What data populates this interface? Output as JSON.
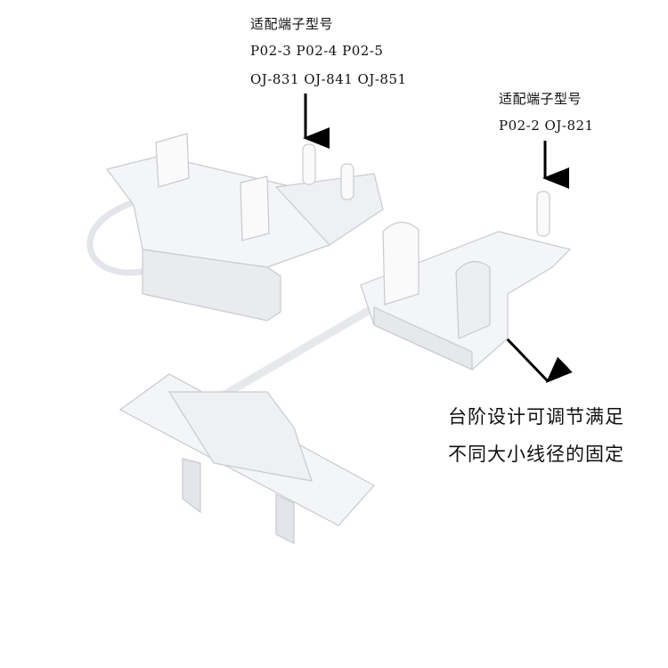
{
  "left_callout": {
    "title": "适配端子型号",
    "line1": "P02-3 P02-4 P02-5",
    "line2": "OJ-831 OJ-841 OJ-851"
  },
  "right_callout": {
    "title": "适配端子型号",
    "line1": "P02-2 OJ-821"
  },
  "feature_callout": {
    "line1": "台阶设计可调节满足",
    "line2": "不同大小线径的固定"
  },
  "colors": {
    "plastic": "#f2f3f5",
    "shadow": "#c9ccd2",
    "arrow": "#000000"
  }
}
